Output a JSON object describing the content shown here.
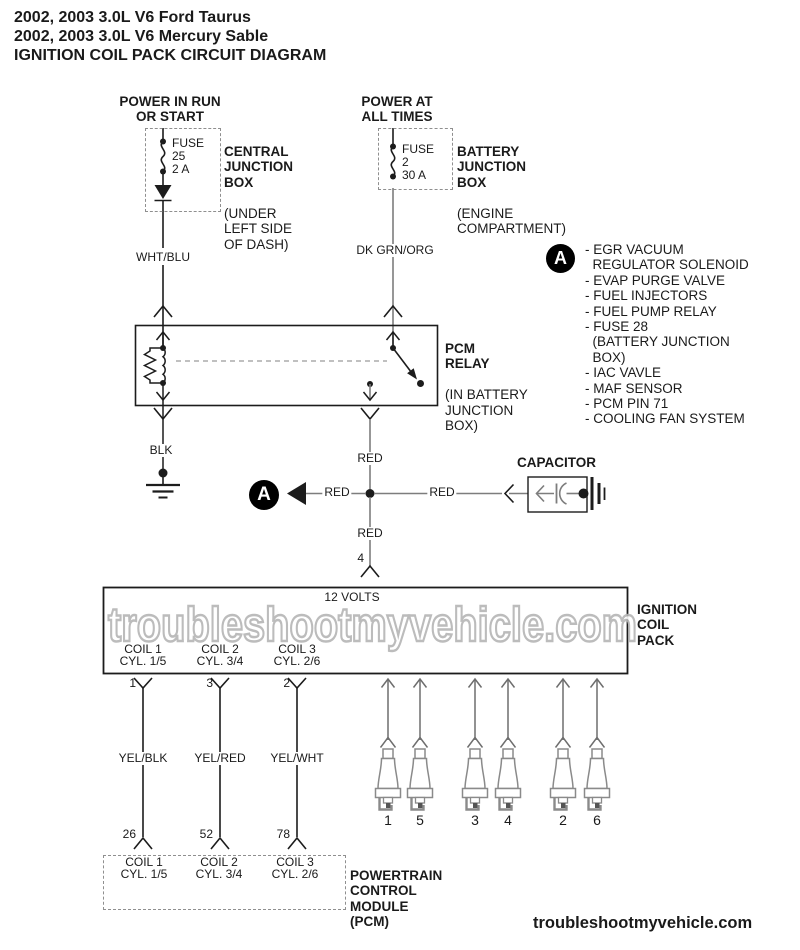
{
  "title": {
    "line1": "2002, 2003 3.0L V6 Ford Taurus",
    "line2": "2002, 2003 3.0L V6 Mercury Sable",
    "line3": "IGNITION COIL PACK CIRCUIT DIAGRAM"
  },
  "power_left": {
    "header": "POWER IN RUN\nOR START",
    "fuse_name": "FUSE",
    "fuse_number": "25",
    "fuse_rating": "2 A",
    "box_name": "CENTRAL\nJUNCTION\nBOX",
    "box_note": "(UNDER\nLEFT SIDE\nOF DASH)"
  },
  "power_right": {
    "header": "POWER AT\nALL TIMES",
    "fuse_name": "FUSE",
    "fuse_number": "2",
    "fuse_rating": "30 A",
    "box_name": "BATTERY\nJUNCTION\nBOX",
    "box_note": "(ENGINE\nCOMPARTMENT)"
  },
  "wire_labels": {
    "left_feed": "WHT/BLU",
    "right_feed": "DK GRN/ORG",
    "ground": "BLK",
    "power": "RED",
    "power_pin": "4"
  },
  "pcm_relay": {
    "name": "PCM\nRELAY",
    "note": "(IN BATTERY\nJUNCTION\nBOX)"
  },
  "circuit_a": {
    "badge": "A",
    "items": [
      "- EGR VACUUM\n  REGULATOR SOLENOID",
      "- EVAP PURGE VALVE",
      "- FUEL INJECTORS",
      "- FUEL PUMP RELAY",
      "- FUSE 28\n  (BATTERY JUNCTION\n  BOX)",
      "- IAC VAVLE",
      "- MAF SENSOR",
      "- PCM PIN 71",
      "- COOLING FAN SYSTEM"
    ]
  },
  "capacitor": {
    "label": "CAPACITOR"
  },
  "ignition_coil_pack": {
    "name": "IGNITION\nCOIL\nPACK",
    "supply": "12 VOLTS",
    "coils": [
      {
        "name": "COIL 1",
        "cylinders": "CYL. 1/5"
      },
      {
        "name": "COIL 2",
        "cylinders": "CYL. 3/4"
      },
      {
        "name": "COIL 3",
        "cylinders": "CYL. 2/6"
      }
    ]
  },
  "coil_drivers": [
    {
      "pin_top": "1",
      "wire": "YEL/BLK",
      "pin_bottom": "26"
    },
    {
      "pin_top": "3",
      "wire": "YEL/RED",
      "pin_bottom": "52"
    },
    {
      "pin_top": "2",
      "wire": "YEL/WHT",
      "pin_bottom": "78"
    }
  ],
  "spark_plugs": [
    "1",
    "5",
    "3",
    "4",
    "2",
    "6"
  ],
  "pcm": {
    "name": "POWERTRAIN\nCONTROL\nMODULE\n(PCM)",
    "coils": [
      {
        "name": "COIL 1",
        "cylinders": "CYL. 1/5"
      },
      {
        "name": "COIL 2",
        "cylinders": "CYL. 3/4"
      },
      {
        "name": "COIL 3",
        "cylinders": "CYL. 2/6"
      }
    ]
  },
  "watermark": {
    "diagram": "troubleshootmyvehicle.com",
    "footer": "troubleshootmyvehicle.com"
  },
  "colors": {
    "line": "#1c1c1c",
    "secondary_line": "#7d7d7d",
    "plug_outline": "#8a8a8a",
    "watermark": "#b5b5b5",
    "badge_bg": "#000000",
    "badge_text": "#ffffff"
  }
}
